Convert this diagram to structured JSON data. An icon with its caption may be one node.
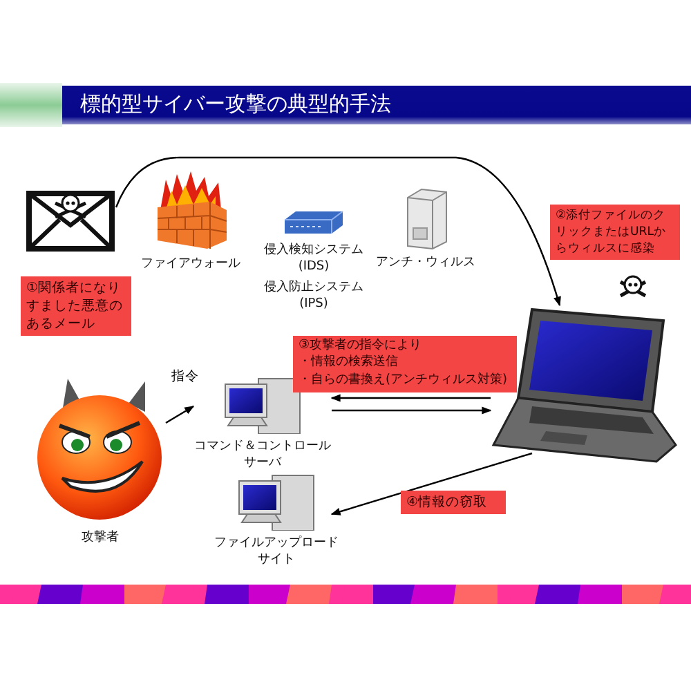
{
  "diagram": {
    "title": "標的型サイバー攻撃の典型的手法",
    "nodes": [
      {
        "text": [],
        "shape": "picture"
      },
      {
        "text": [
          "ファイアウォール"
        ]
      },
      {
        "text": [
          "侵入検知システム(IDS)",
          "侵入防止システム(IPS)"
        ]
      },
      {
        "text": [
          "アンチ・ウィルス"
        ]
      },
      {
        "text": [],
        "shape": "picture"
      },
      {
        "text": [
          "攻撃者"
        ]
      },
      {
        "text": [
          "コマンド＆コントロールサーバ"
        ]
      },
      {
        "text": [
          "ファイルアップロードサイト"
        ]
      }
    ],
    "edges": [
      {
        "from": 0,
        "to": 4,
        "arrow": "to"
      },
      {
        "from": 5,
        "to": 6,
        "arrow": "to",
        "label": "指令"
      },
      {
        "from": 4,
        "to": 6,
        "arrow": "to"
      },
      {
        "from": 6,
        "to": 4,
        "arrow": "to"
      },
      {
        "from": 4,
        "to": 7,
        "arrow": "to"
      }
    ],
    "labels": [
      "①関係者になりすました悪意のあるメール",
      "②添付ファイルのクリックまたはURLからウィルスに感染",
      "③攻撃者の指令により",
      "・情報の検索送信",
      "・自らの書換え(アンチウィルス対策)",
      "④情報の窃取"
    ]
  }
}
